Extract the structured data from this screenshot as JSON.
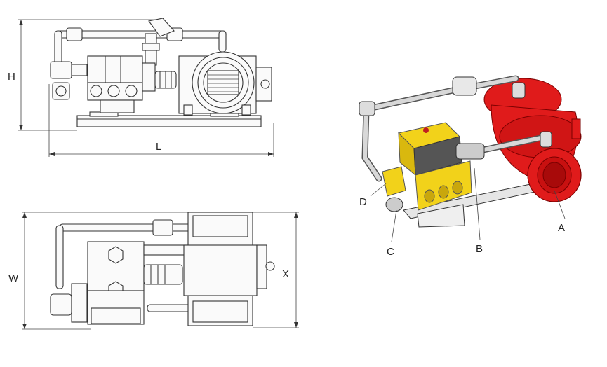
{
  "labels": {
    "side_height": "H",
    "side_length": "L",
    "top_width": "W",
    "top_depth": "X",
    "callout_a": "A",
    "callout_b": "B",
    "callout_c": "C",
    "callout_d": "D"
  },
  "colors": {
    "housing_red": "#e01b1b",
    "pump_yellow": "#f2d21a",
    "line": "#333333",
    "pipe_grey": "#d8d8d8"
  }
}
